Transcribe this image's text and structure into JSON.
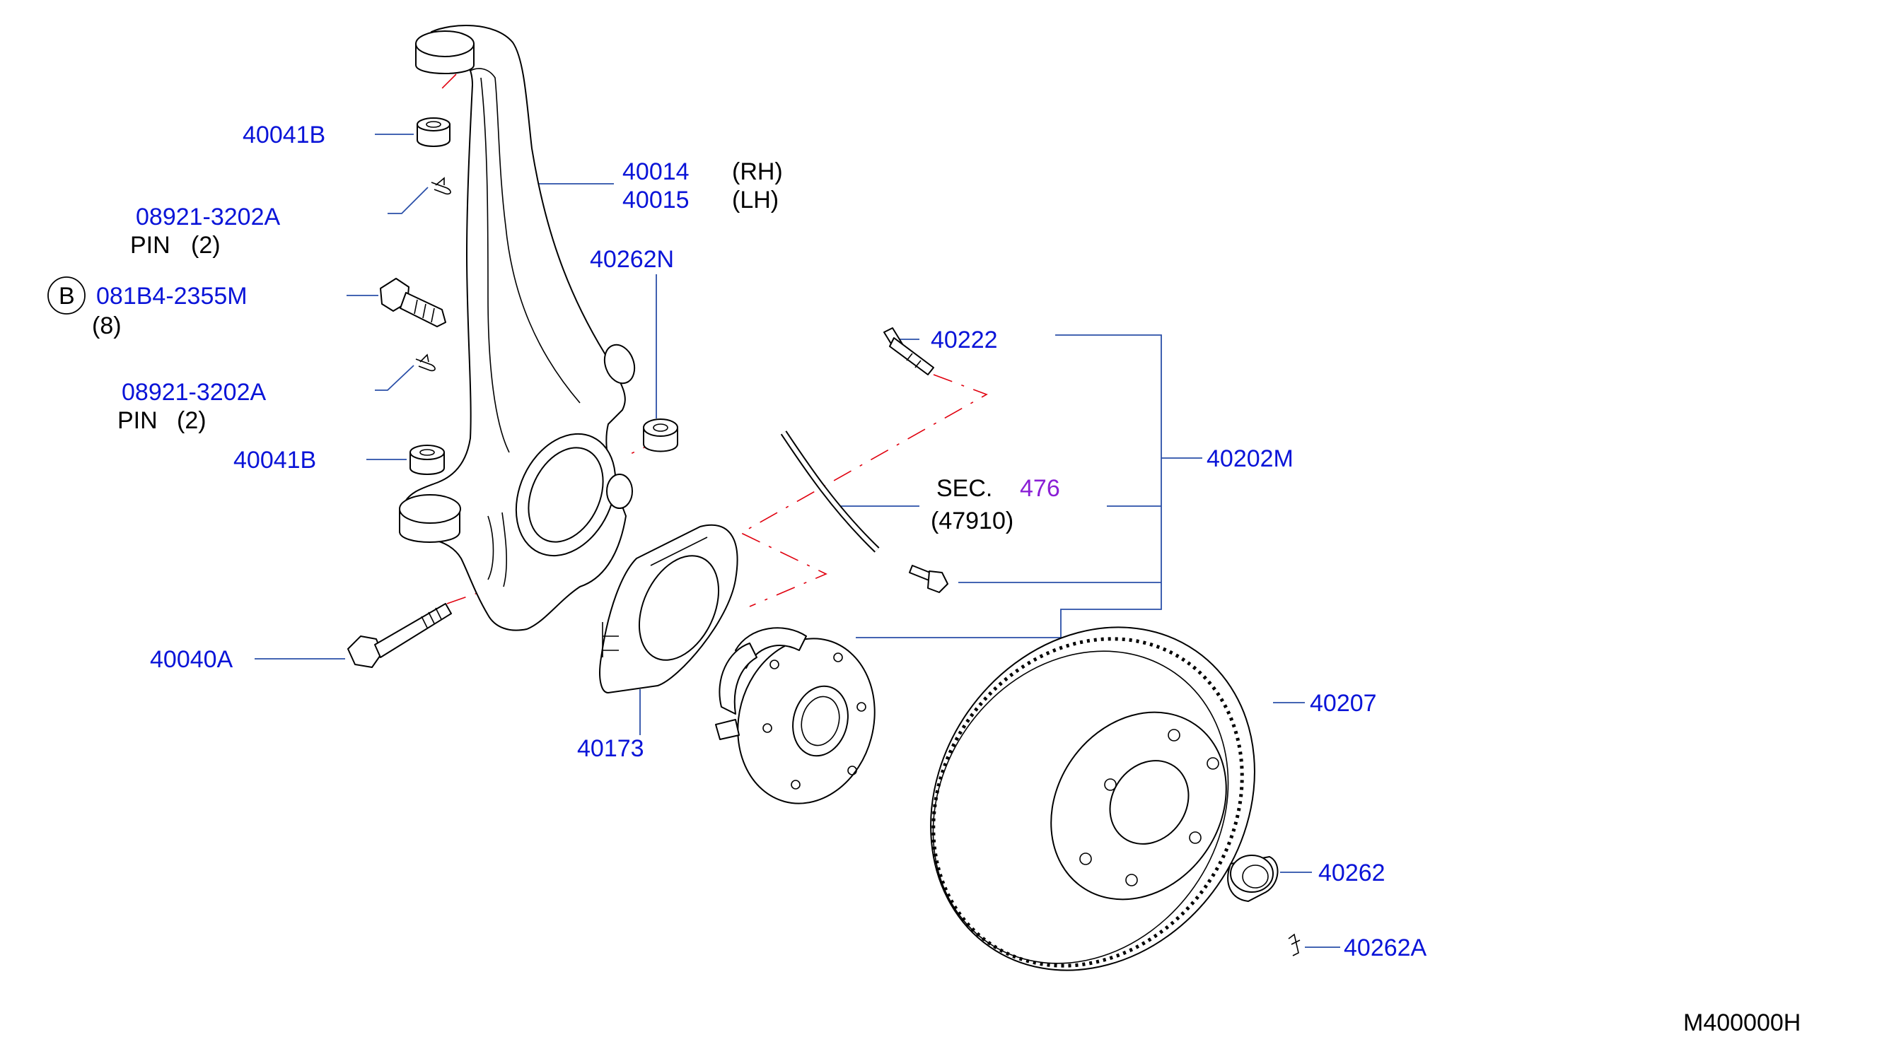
{
  "diagram_code": "M400000H",
  "labels": {
    "p40041B_top": "40041B",
    "p08921_top": "08921-3202A",
    "pin_top": "PIN",
    "pin_top_qty": "(2)",
    "bolt_circle": "B",
    "p081B4": "081B4-2355M",
    "p081B4_qty": "(8)",
    "p08921_bottom": "08921-3202A",
    "pin_bottom": "PIN",
    "pin_bottom_qty": "(2)",
    "p40041B_bottom": "40041B",
    "p40040A": "40040A",
    "p40014": "40014",
    "rh": "(RH)",
    "p40015": "40015",
    "lh": "(LH)",
    "p40262N": "40262N",
    "p40222": "40222",
    "p40202M": "40202M",
    "sec_text": "SEC.",
    "sec_number": "476",
    "sec_ref": "(47910)",
    "p40173": "40173",
    "p40207": "40207",
    "p40262": "40262",
    "p40262A": "40262A"
  }
}
